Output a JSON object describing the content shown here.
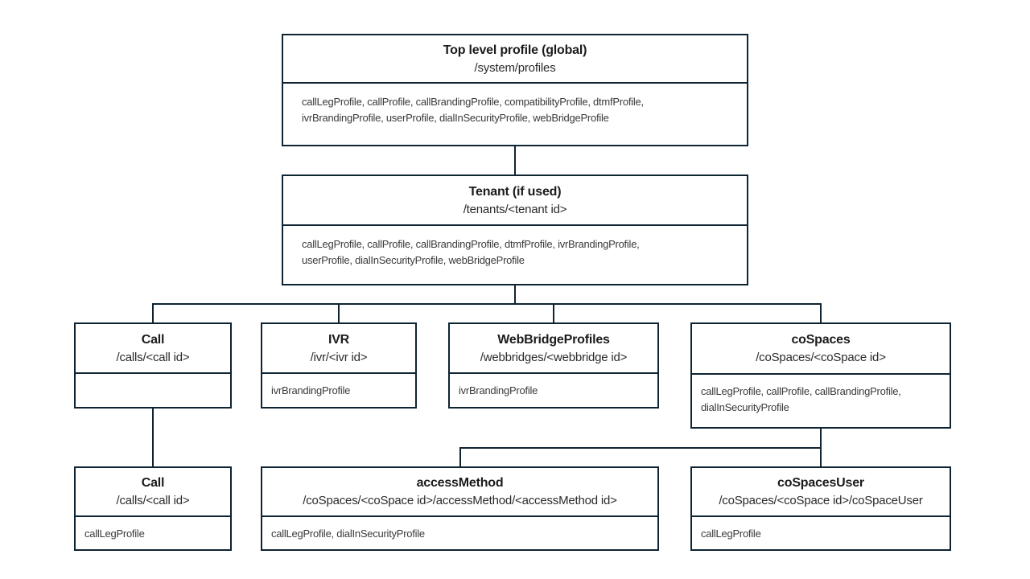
{
  "diagram": {
    "description": "Profile hierarchy diagram",
    "boxes": {
      "top_level": {
        "title": "Top level profile (global)",
        "path": "/system/profiles",
        "profiles": "callLegProfile, callProfile, callBrandingProfile, compatibilityProfile, dtmfProfile,\nivrBrandingProfile, userProfile, dialInSecurityProfile, webBridgeProfile"
      },
      "tenant": {
        "title": "Tenant (if used)",
        "path": "/tenants/<tenant id>",
        "profiles": "callLegProfile, callProfile, callBrandingProfile, dtmfProfile, ivrBrandingProfile,\nuserProfile, dialInSecurityProfile, webBridgeProfile"
      },
      "call": {
        "title": "Call",
        "path": "/calls/<call id>",
        "profiles": ""
      },
      "ivr": {
        "title": "IVR",
        "path": "/ivr/<ivr id>",
        "profiles": "ivrBrandingProfile"
      },
      "webbridgeprofiles": {
        "title": "WebBridgeProfiles",
        "path": "/webbridges/<webbridge id>",
        "profiles": "ivrBrandingProfile"
      },
      "cospaces": {
        "title": "coSpaces",
        "path": "/coSpaces/<coSpace id>",
        "profiles": "callLegProfile, callProfile, callBrandingProfile,\ndialInSecurityProfile"
      },
      "call_child": {
        "title": "Call",
        "path": "/calls/<call id>",
        "profiles": "callLegProfile"
      },
      "accessmethod": {
        "title": "accessMethod",
        "path": "/coSpaces/<coSpace id>/accessMethod/<accessMethod id>",
        "profiles": "callLegProfile, dialInSecurityProfile"
      },
      "cospacesuser": {
        "title": "coSpacesUser",
        "path": "/coSpaces/<coSpace id>/coSpaceUser",
        "profiles": "callLegProfile"
      }
    },
    "colors": {
      "line": "#0e2433",
      "title_text": "#1b1b1b",
      "body_text": "#3a3a3a",
      "background": "#ffffff"
    }
  }
}
